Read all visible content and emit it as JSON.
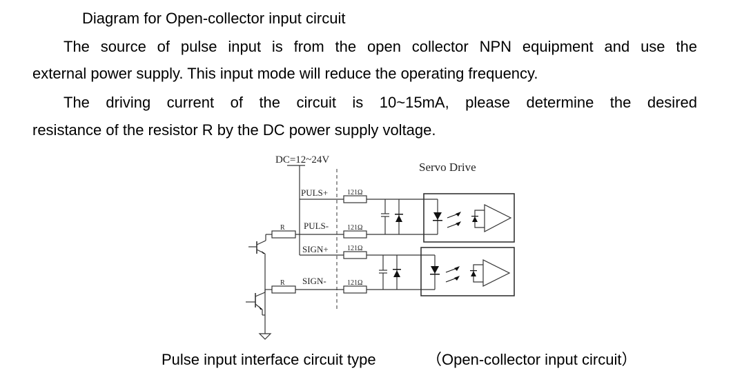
{
  "document": {
    "heading": "Diagram for Open-collector input circuit",
    "paragraphs": [
      {
        "line1": "The source of pulse input is from the open collector NPN equipment and use the",
        "line2": "external power supply. This input mode will reduce the operating frequency."
      },
      {
        "line1": "The driving current of the circuit is 10~15mA, please determine the desired",
        "line2": "resistance of the resistor R by the DC power supply voltage."
      }
    ],
    "caption": "Pulse input interface circuit type",
    "caption_note": "（Open-collector input circuit）"
  },
  "diagram": {
    "supply_label": "DC=12~24V",
    "drive_label": "Servo Drive",
    "signals": [
      "PULS+",
      "PULS-",
      "SIGN+",
      "SIGN-"
    ],
    "internal_resistor": "121Ω",
    "external_resistor": "R"
  }
}
